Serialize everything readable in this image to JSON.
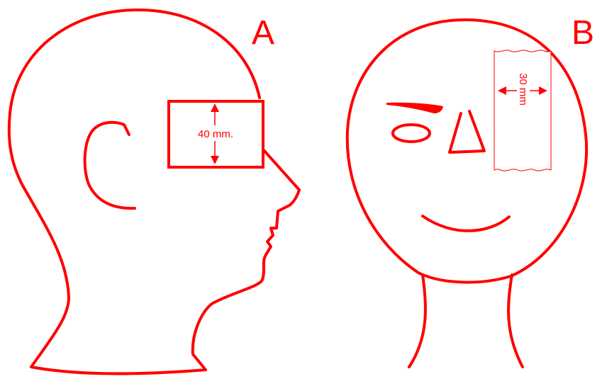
{
  "color": "#ff0000",
  "panel_a": {
    "letter": "A",
    "measurement": "40 mm."
  },
  "panel_b": {
    "letter": "B",
    "measurement": "30 mm"
  }
}
